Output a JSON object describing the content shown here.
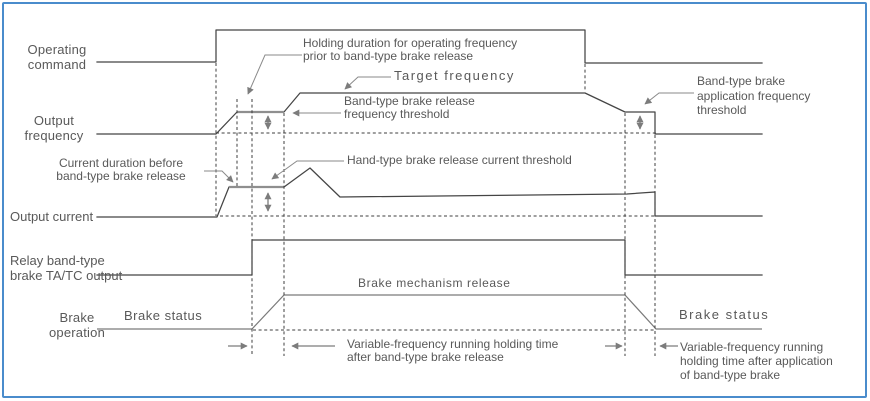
{
  "diagram_kind": "brake-control-timing-diagram",
  "colors": {
    "frame_border": "#4a8ccc",
    "waveform": "#454545",
    "brake_line": "#7a7a7a",
    "dashed_line": "#3f3f3f",
    "leader_arrow": "#7c7c7c",
    "text": "#595959"
  },
  "signals": {
    "operating_command": "Operating\ncommand",
    "output_frequency": "Output\nfrequency",
    "output_current": "Output current",
    "relay_output": "Relay band-type\nbrake TA/TC output",
    "brake_operation": "Brake\noperation"
  },
  "annotations": {
    "holding_duration": "Holding duration for operating frequency\nprior to band-type brake release",
    "target_frequency": "Target frequency",
    "release_frequency_threshold": "Band-type brake release\nfrequency threshold",
    "hand_type_current_threshold": "Hand-type brake release current threshold",
    "current_duration": "Current duration before\nband-type brake release",
    "application_frequency_threshold": "Band-type brake\napplication frequency\nthreshold",
    "brake_mechanism_release": "Brake mechanism release",
    "brake_status_left": "Brake status",
    "brake_status_right": "Brake status",
    "vf_holding_after_release": "Variable-frequency running holding time\nafter band-type brake release",
    "vf_holding_after_application": "Variable-frequency running\nholding time after application\nof band-type brake"
  }
}
